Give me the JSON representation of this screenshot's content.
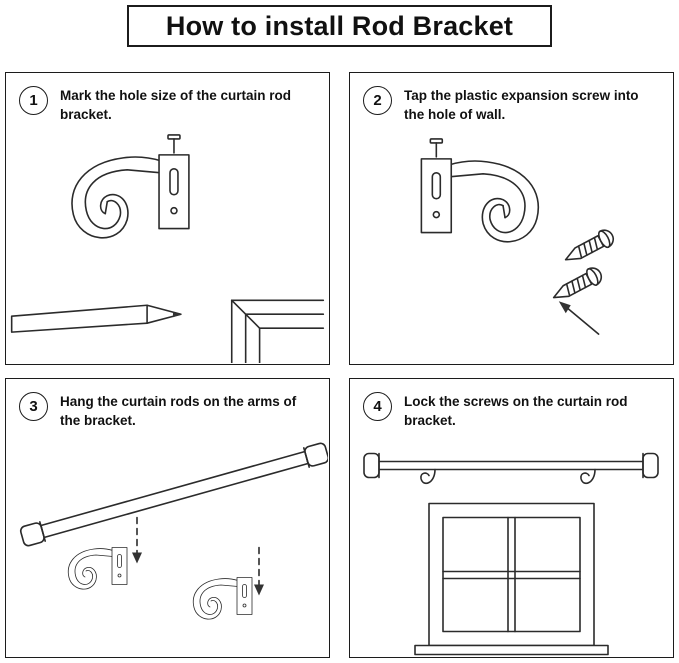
{
  "title": "How to install Rod Bracket",
  "colors": {
    "ink": "#1c1c1c",
    "line": "#2b2b2b",
    "background": "#ffffff"
  },
  "steps": [
    {
      "number": "1",
      "text": "Mark the hole size of the curtain rod bracket."
    },
    {
      "number": "2",
      "text": "Tap the plastic expansion screw into the hole of wall."
    },
    {
      "number": "3",
      "text": "Hang the curtain rods on the arms of the bracket."
    },
    {
      "number": "4",
      "text": "Lock the screws on the curtain rod bracket."
    }
  ]
}
